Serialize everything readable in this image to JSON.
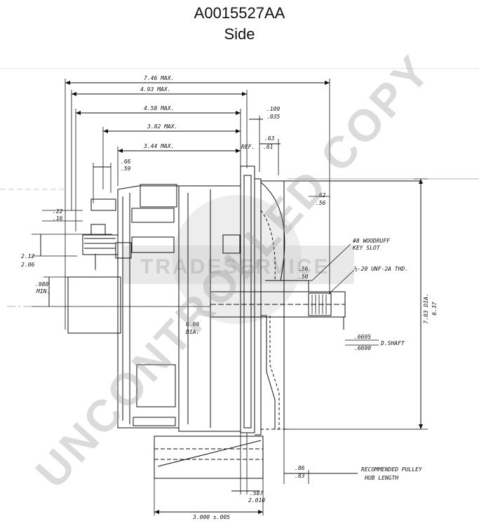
{
  "header": {
    "part_number": "A0015527AA",
    "view": "Side"
  },
  "dimensions": {
    "overall": "7.46 MAX.",
    "d493": "4.93 MAX.",
    "d458": "4.58 MAX.",
    "d382": "3.82 MAX.",
    "d344": "3.44 MAX.",
    "ref": "REF.",
    "f109": ".109",
    "f035": ".035",
    "f63": ".63",
    "f61": ".61",
    "f66": ".66",
    "f59": ".59",
    "f22": ".22",
    "f16": ".16",
    "f212": "2.12",
    "f206": "2.06",
    "f980": ".980",
    "min": "MIN.",
    "f62": ".62",
    "f56": ".56",
    "f56b": ".56",
    "f50": ".50",
    "dia666": "6.66",
    "dia_label": "DIA.",
    "dia703": "7.03 DIA.",
    "dia637": "6.37",
    "sh6695": ".6695",
    "sh6690": ".6690",
    "shaft_label": "D.SHAFT",
    "f86": ".86",
    "f83": ".83",
    "f587": ".587",
    "f2010": "2.010",
    "f3000": "3.000 ±.005"
  },
  "notes": {
    "woodruff1": "#8 WOODRUFF",
    "woodruff2": "KEY SLOT",
    "thread": "½-20 UNF-2A THD.",
    "pulley1": "RECOMMENDED PULLEY",
    "pulley2": "HUB LENGTH"
  },
  "watermarks": {
    "main": "UNCONTROLLED COPY",
    "logo": "TRADESERVICE"
  }
}
